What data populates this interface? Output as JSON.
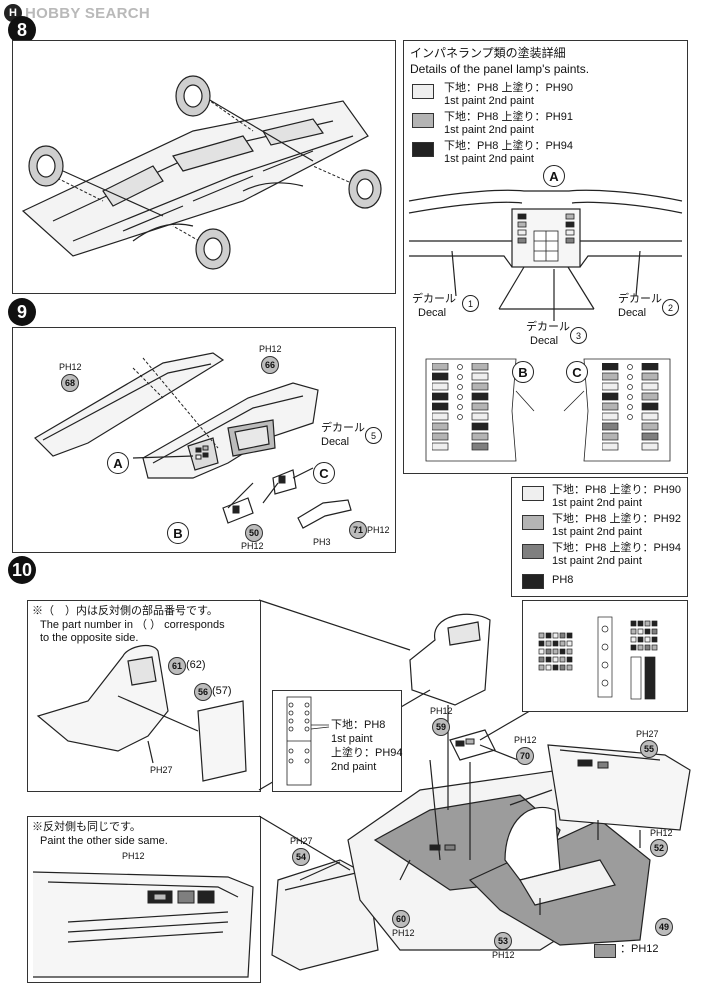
{
  "watermark": {
    "logo": "H",
    "text": "HOBBY SEARCH"
  },
  "steps": {
    "s8": "8",
    "s9": "9",
    "s10": "10"
  },
  "colors": {
    "white": "#efefef",
    "light_gray": "#b4b4b4",
    "mid_gray": "#7f7f7f",
    "dark": "#222222",
    "floor": "#9c9c9c",
    "label_fill": "#bcbcbc"
  },
  "lamp_paint": {
    "title_ja": "インパネランプ類の塗装詳細",
    "title_en": "Details of the panel lamp's paints.",
    "rows": [
      {
        "line1": "下地：PH8 上塗り：PH90",
        "line2": "1st paint   2nd paint"
      },
      {
        "line1": "下地：PH8 上塗り：PH91",
        "line2": "1st paint   2nd paint"
      },
      {
        "line1": "下地：PH8 上塗り：PH94",
        "line2": "1st paint   2nd paint"
      }
    ],
    "labels": {
      "a": "A",
      "b": "B",
      "c": "C"
    },
    "decal_ja": "デカール",
    "decal_en": "Decal",
    "decal_nums": {
      "d1": "1",
      "d2": "2",
      "d3": "3"
    }
  },
  "step9": {
    "parts": {
      "p68": "68",
      "p66": "66",
      "p50": "50",
      "p71": "71"
    },
    "paint": {
      "ph12": "PH12",
      "ph3": "PH3"
    },
    "decal_ja": "デカール",
    "decal_en": "Decal",
    "decal_num": "5",
    "labels": {
      "a": "A",
      "b": "B",
      "c": "C"
    }
  },
  "paint_legend": {
    "rows": [
      {
        "line1": "下地：PH8 上塗り：PH90",
        "line2": "1st paint   2nd paint"
      },
      {
        "line1": "下地：PH8 上塗り：PH92",
        "line2": "1st paint   2nd paint"
      },
      {
        "line1": "下地：PH8 上塗り：PH94",
        "line2": "1st paint   2nd paint"
      },
      {
        "line1": "PH8",
        "line2": ""
      }
    ]
  },
  "step10": {
    "note_box": {
      "line1": "※（　）内は反対側の部品番号です。",
      "line2": "The part number in （ ） corresponds",
      "line3": "to the opposite side."
    },
    "seat_parts": {
      "p61": "61",
      "p62": "(62)",
      "p56": "56",
      "p57": "(57)",
      "paint": "PH27"
    },
    "same_box": {
      "line1": "※反対側も同じです。",
      "line2": "Paint the other side same.",
      "paint": "PH12"
    },
    "console_detail": {
      "line1": "下地：PH8",
      "line2": "1st paint",
      "line3": "上塗り：PH94",
      "line4": "2nd paint"
    },
    "parts": {
      "p59": "59",
      "p70": "70",
      "p55": "55",
      "p52": "52",
      "p54": "54",
      "p60": "60",
      "p53": "53",
      "p49": "49"
    },
    "paint": {
      "p59": "PH12",
      "p70": "PH12",
      "p55": "PH27",
      "p52": "PH12",
      "p54": "PH27",
      "p60": "PH12",
      "p53": "PH12"
    },
    "floor_legend": "：PH12"
  }
}
